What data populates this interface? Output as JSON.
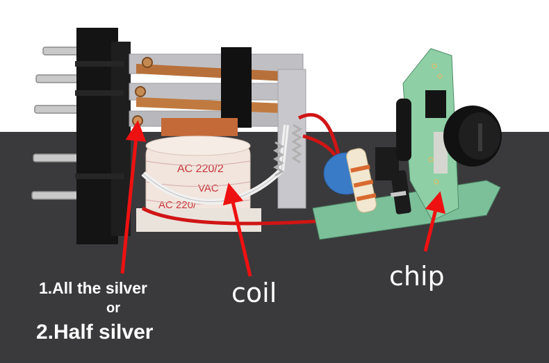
{
  "annotations": {
    "silver_option_1": "1.All the silver",
    "silver_option_or": "or",
    "silver_option_2": "2.Half silver",
    "coil": "coil",
    "chip": "chip"
  },
  "coil_markings": {
    "line1": "AC 220/2",
    "line2": "VAC",
    "line3": "AC 220/"
  },
  "colors": {
    "background_top": "#ffffff",
    "background_bottom": "#3a3a3c",
    "arrow": "#ee1111",
    "label_text": "#ffffff",
    "relay_housing": "#141414",
    "coil_body": "#f1e5dd",
    "pcb": "#7cc09a",
    "wire_red": "#d01515"
  }
}
